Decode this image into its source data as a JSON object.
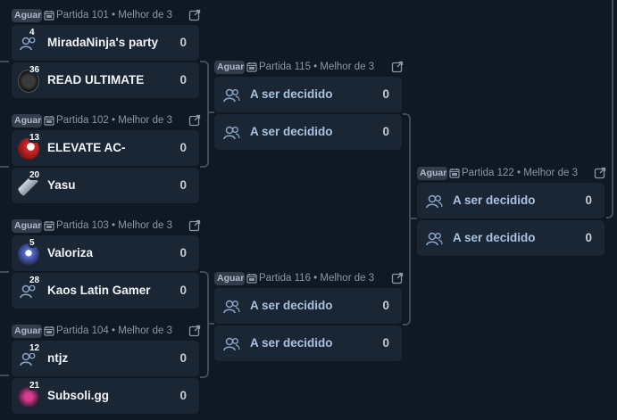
{
  "round1": [
    {
      "badge": "Aguardando",
      "title": "Partida 101 • Melhor de 3",
      "teams": [
        {
          "seed": "4",
          "name": "MiradaNinja's party",
          "score": "0",
          "avatar": "users-icon"
        },
        {
          "seed": "36",
          "name": "READ ULTIMATE",
          "score": "0",
          "avatar": "read-logo"
        }
      ]
    },
    {
      "badge": "Aguardando",
      "title": "Partida 102 • Melhor de 3",
      "teams": [
        {
          "seed": "13",
          "name": "ELEVATE AC-",
          "score": "0",
          "avatar": "elevate-logo"
        },
        {
          "seed": "20",
          "name": "Yasu",
          "score": "0",
          "avatar": "yasu-logo"
        }
      ]
    },
    {
      "badge": "Aguardando",
      "title": "Partida 103 • Melhor de 3",
      "teams": [
        {
          "seed": "5",
          "name": "Valoriza",
          "score": "0",
          "avatar": "valoriza-logo"
        },
        {
          "seed": "28",
          "name": "Kaos Latin Gamer",
          "score": "0",
          "avatar": "users-icon"
        }
      ]
    },
    {
      "badge": "Aguardando",
      "title": "Partida 104 • Melhor de 3",
      "teams": [
        {
          "seed": "12",
          "name": "ntjz",
          "score": "0",
          "avatar": "users-icon"
        },
        {
          "seed": "21",
          "name": "Subsoli.gg",
          "score": "0",
          "avatar": "subsoli-logo"
        }
      ]
    }
  ],
  "round2": [
    {
      "badge": "Aguardando",
      "title": "Partida 115 • Melhor de 3",
      "teams": [
        {
          "name": "A ser decidido",
          "score": "0"
        },
        {
          "name": "A ser decidido",
          "score": "0"
        }
      ]
    },
    {
      "badge": "Aguardando",
      "title": "Partida 116 • Melhor de 3",
      "teams": [
        {
          "name": "A ser decidido",
          "score": "0"
        },
        {
          "name": "A ser decidido",
          "score": "0"
        }
      ]
    }
  ],
  "round3": [
    {
      "badge": "Aguardando",
      "title": "Partida 122 • Melhor de 3",
      "teams": [
        {
          "name": "A ser decidido",
          "score": "0"
        },
        {
          "name": "A ser decidido",
          "score": "0"
        }
      ]
    }
  ],
  "colors": {
    "background": "#0f1823",
    "slot": "#1b2634",
    "tbd_text": "#a9c2df",
    "badge": "#323d4c"
  }
}
